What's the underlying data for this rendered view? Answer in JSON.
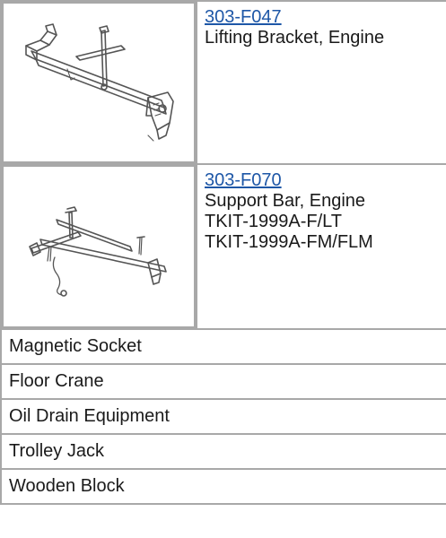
{
  "items": [
    {
      "part_number": "303-F047",
      "lines": [
        "Lifting Bracket, Engine"
      ],
      "icon": "engine-lifting-bracket-illustration"
    },
    {
      "part_number": "303-F070",
      "lines": [
        "Support Bar, Engine",
        "TKIT-1999A-F/LT",
        "TKIT-1999A-FM/FLM"
      ],
      "icon": "engine-support-bar-illustration"
    }
  ],
  "simple_rows": [
    "Magnetic Socket",
    "Floor Crane",
    "Oil Drain Equipment",
    "Trolley Jack",
    "Wooden Block"
  ],
  "colors": {
    "link": "#1e57a7",
    "border": "#a8a8a8",
    "text": "#1a1a1a"
  }
}
